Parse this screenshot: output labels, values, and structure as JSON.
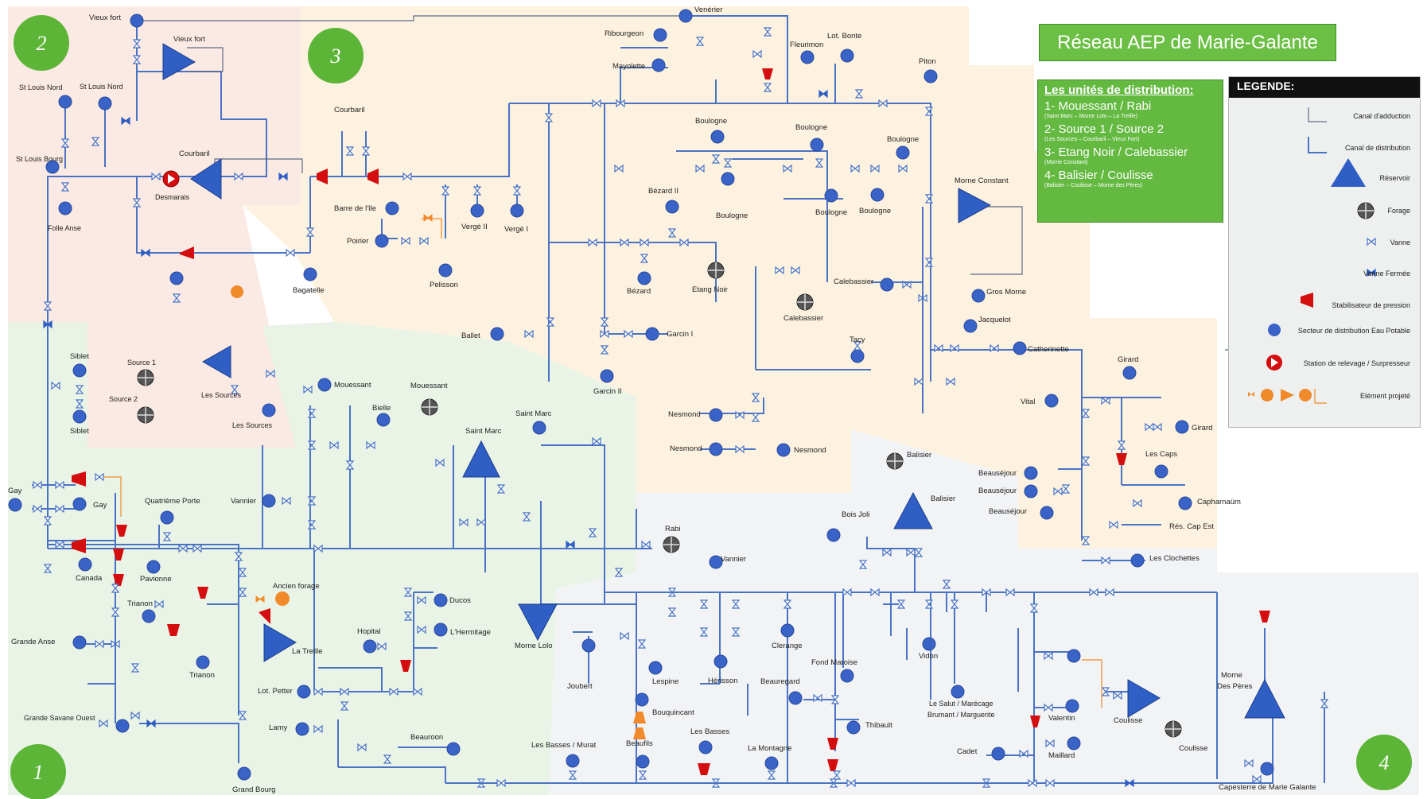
{
  "title": "Réseau AEP de Marie-Galante",
  "units": {
    "heading": "Les unités de distribution:",
    "items": [
      {
        "name": "1- Mouessant / Rabi",
        "sub": "(Saint Marc – Morne Lolo – La Treille)"
      },
      {
        "name": "2- Source 1 / Source 2",
        "sub": "(Les Sources – Courbaril – Vieux Fort)"
      },
      {
        "name": "3- Etang Noir / Calebassier",
        "sub": "(Morne Constant)"
      },
      {
        "name": "4- Balisier / Coulisse",
        "sub": "(Balisier – Coulisse – Morne des Pères)"
      }
    ]
  },
  "legend": {
    "heading": "LEGENDE:",
    "items": [
      "Canal d'adduction",
      "Canal de distribution",
      "Réservoir",
      "Forage",
      "Vanne",
      "Vanne Fermée",
      "Stabilisateur de pression",
      "Secteur de distribution Eau Potable",
      "Station de relevage / Surpresseur",
      "Elément projeté"
    ]
  },
  "zones": [
    "1",
    "2",
    "3",
    "4"
  ],
  "colors": {
    "pipe": "#4a73c4",
    "node": "#3a63c8",
    "reservoir": "#2f5ec4",
    "stabilizer": "#d40e0e",
    "projected": "#f08a2a",
    "zone_badge": "#5db538",
    "zone1_bg": "#e9f4e7",
    "zone2_bg": "#fbe9e3",
    "zone3_bg": "#fdf2df",
    "zone4_bg": "#f2f3f5"
  },
  "labels": {
    "vieux_fort": "Vieux fort",
    "vieux_fort_res": "Vieux fort",
    "st_louis_nord_a": "St Louis Nord",
    "st_louis_nord_b": "St Louis Nord",
    "st_louis_bourg": "St Louis Bourg",
    "folle_anse": "Folle Anse",
    "desmarais": "Desmarais",
    "courbaril_res": "Courbaril",
    "courbaril": "Courbaril",
    "barre_de_lile": "Barre de l'île",
    "poirier": "Poirier",
    "pelisson": "Pelisson",
    "verge_ii": "Vergé II",
    "verge_i": "Vergé I",
    "bagatelle": "Bagatelle",
    "venerier": "Venérier",
    "ribourgeon": "Ribourgeon",
    "mayolette": "Mayolette",
    "fleurimon": "Fleurimon",
    "lot_bonte": "Lot. Bonte",
    "piton": "Piton",
    "boulogne_1": "Boulogne",
    "boulogne_2": "Boulogne",
    "boulogne_3": "Boulogne",
    "boulogne_4": "Boulogne",
    "boulogne_5": "Boulogne",
    "boulogne_6": "Boulogne",
    "bezard_ii": "Bézard II",
    "bezard": "Bézard",
    "etang_noir": "Etang Noir",
    "calebassier": "Calebassier",
    "calebassier_node": "Calebassier",
    "morne_constant": "Morne Constant",
    "gros_morne": "Gros Morne",
    "jacquelot": "Jacquelot",
    "catherinette": "Catherinette",
    "tacy": "Tacy",
    "ballet": "Ballet",
    "garcin_i": "Garcin I",
    "garcin_ii": "Garcin II",
    "nesmond_1": "Nesmond",
    "nesmond_2": "Nesmond",
    "nesmond_3": "Nesmond",
    "vital": "Vital",
    "girard_1": "Girard",
    "girard_2": "Girard",
    "les_caps": "Les Caps",
    "beausejour_1": "Beauséjour",
    "beausejour_2": "Beauséjour",
    "beausejour_3": "Beauséjour",
    "capharnaum": "Capharnaüm",
    "res_cap_est": "Rés. Cap Est",
    "les_clochettes": "Les Clochettes",
    "siblet_1": "Siblet",
    "siblet_2": "Siblet",
    "source_1": "Source 1",
    "source_2": "Source 2",
    "les_sources_res": "Les Sources",
    "les_sources": "Les Sources",
    "mouessant_1": "Mouessant",
    "mouessant_2": "Mouessant",
    "bielle": "Bielle",
    "saint_marc_res": "Saint Marc",
    "saint_marc": "Saint Marc",
    "rabi": "Rabi",
    "gay_1": "Gay",
    "gay_2": "Gay",
    "quatrieme_porte": "Quatrième Porte",
    "vannier_1": "Vannier",
    "vannier_2": "Vannier",
    "canada": "Canada",
    "pavionne": "Pavionne",
    "ancien_forage": "Ancien forage",
    "trianon_1": "Trianon",
    "trianon_2": "Trianon",
    "grande_anse": "Grande Anse",
    "la_treille": "La Treille",
    "hopital": "Hopital",
    "ducos": "Ducos",
    "lhermitage": "L'Hermitage",
    "morne_lolo": "Morne Lolo",
    "grande_savane_ouest": "Grande Savane Ouest",
    "lot_petter": "Lot. Petter",
    "lamy": "Lamy",
    "beauroon": "Beauroon",
    "grand_bourg": "Grand Bourg",
    "joubert": "Joubert",
    "lespine": "Lespine",
    "herisson": "Hérisson",
    "clerange": "Clerange",
    "beauregard": "Beauregard",
    "fond_maroise": "Fond Maroise",
    "vidon": "Vidon",
    "thibault": "Thibault",
    "le_salut": "Le Salut / Marécage",
    "le_salut_b": "Brumant / Marguerite",
    "balisier_forage": "Balisier",
    "balisier_res": "Balisier",
    "bois_joli": "Bois Joli",
    "bouquincant": "Bouquincant",
    "les_basses_murat": "Les Basses / Murat",
    "les_basses": "Les Basses",
    "beaufils": "Beaufils",
    "la_montagne": "La Montagne",
    "cadet": "Cadet",
    "valentin": "Valentin",
    "maillard": "Maillard",
    "coulisse_res": "Coulisse",
    "coulisse": "Coulisse",
    "morne_des_peres_a": "Morne",
    "morne_des_peres_b": "Des Pères",
    "capesterre": "Capesterre de Marie Galante"
  }
}
